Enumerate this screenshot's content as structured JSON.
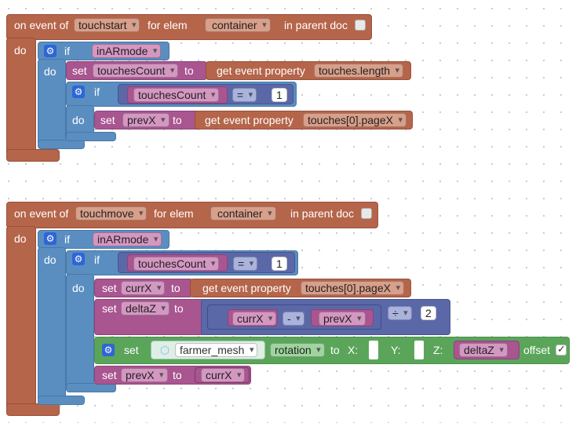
{
  "evt1": {
    "on_event_of": "on event of",
    "event": "touchstart",
    "for_elem": "for elem",
    "elem": "container",
    "in_parent_doc": "in parent doc",
    "do": "do",
    "if_label": "if",
    "ar_var": "inARmode",
    "set": "set",
    "touches_var": "touchesCount",
    "to": "to",
    "get_event_property": "get event property",
    "prop_length": "touches.length",
    "if2_label": "if",
    "compare_var": "touchesCount",
    "compare_op": "=",
    "compare_num": "1",
    "do2": "do",
    "set2": "set",
    "prevx_var": "prevX",
    "to2": "to",
    "get_event_property2": "get event property",
    "prop_pagex": "touches[0].pageX",
    "inner_do": "do"
  },
  "evt2": {
    "on_event_of": "on event of",
    "event": "touchmove",
    "for_elem": "for elem",
    "elem": "container",
    "in_parent_doc": "in parent doc",
    "do": "do",
    "if_label": "if",
    "ar_var": "inARmode",
    "do2": "do",
    "if2_label": "if",
    "compare_var": "touchesCount",
    "compare_op": "=",
    "compare_num": "1",
    "do3": "do",
    "set1": "set",
    "currx_var": "currX",
    "to1": "to",
    "get_event_property": "get event property",
    "prop_pagex": "touches[0].pageX",
    "set2": "set",
    "deltaz_var": "deltaZ",
    "to2": "to",
    "sub_left": "currX",
    "sub_op": "-",
    "sub_right": "prevX",
    "div_op": "÷",
    "div_num": "2",
    "set3": "set",
    "mesh_name": "farmer_mesh",
    "mesh_prop": "rotation",
    "to3": "to",
    "x_label": "X:",
    "y_label": "Y:",
    "z_label": "Z:",
    "z_var": "deltaZ",
    "offset_label": "offset",
    "set4": "set",
    "prevx_var": "prevX",
    "to4": "to",
    "currx_value": "currX"
  },
  "colors": {
    "event_block": "#b5654a",
    "control_block": "#5a8ec0",
    "variable_block": "#a85590",
    "math_block": "#5b68a8",
    "mesh_block": "#5ba55b"
  },
  "icons": {
    "gear": "gear-icon",
    "cube": "cube-icon",
    "check": "checkmark-icon"
  }
}
